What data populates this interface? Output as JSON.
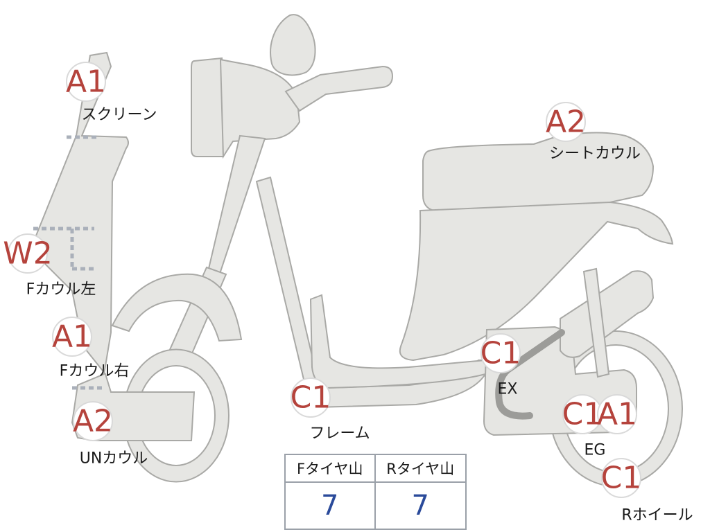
{
  "tags": [
    {
      "code": "A1",
      "label": "スクリーン"
    },
    {
      "code": "A2",
      "label": "シートカウル"
    },
    {
      "code": "W2",
      "label": "Fカウル左"
    },
    {
      "code": "A1",
      "label": "Fカウル右"
    },
    {
      "code": "A2",
      "label": "UNカウル"
    },
    {
      "code": "C1",
      "label": "フレーム"
    },
    {
      "code": "C1",
      "label": "EX"
    },
    {
      "code": "C1"
    },
    {
      "code": "A1"
    },
    {
      "code": "C1",
      "label": "Rホイール"
    }
  ],
  "eg_label": "EG",
  "tread_table": {
    "headers": [
      "Fタイヤ山",
      "Rタイヤ山"
    ],
    "values": [
      "7",
      "7"
    ]
  },
  "colors": {
    "part_fill": "#e6e6e3",
    "part_outline": "#a9a9a6",
    "grade_code": "#b5433c",
    "tread_value": "#2a4a9a",
    "boundary_dash": "#aab0ba"
  }
}
